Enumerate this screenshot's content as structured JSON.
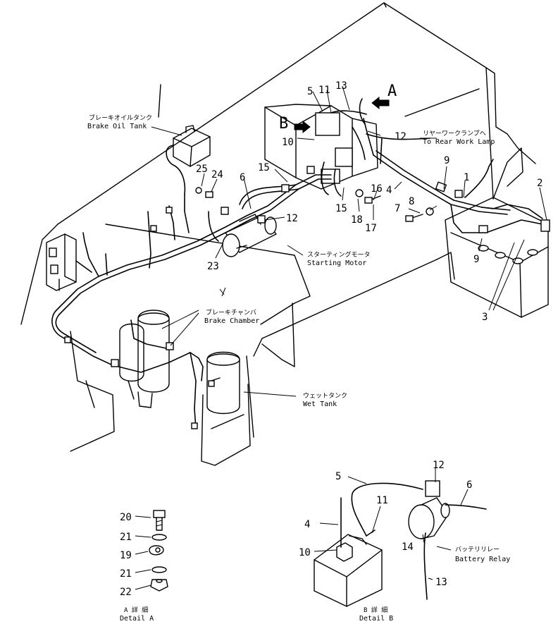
{
  "callouts": {
    "n1": "1",
    "n2": "2",
    "n3": "3",
    "n4": "4",
    "n5": "5",
    "n6": "6",
    "n7": "7",
    "n8": "8",
    "n9a": "9",
    "n9b": "9",
    "n10": "10",
    "n11": "11",
    "n12a": "12",
    "n12b": "12",
    "n13": "13",
    "n15a": "15",
    "n15b": "15",
    "n16": "16",
    "n17": "17",
    "n18": "18",
    "n23": "23",
    "n24": "24",
    "n25": "25"
  },
  "views": {
    "a": "A",
    "b": "B"
  },
  "labels": {
    "brake_oil_tank_jp": "ブレーキオイルタンク",
    "brake_oil_tank_en": "Brake Oil Tank",
    "rear_work_lamp_jp": "リヤーワークランプへ",
    "rear_work_lamp_en": "To Rear Work Lamp",
    "starting_motor_jp": "スターティングモータ",
    "starting_motor_en": "Starting Motor",
    "brake_chamber_jp": "ブレーキチャンバ",
    "brake_chamber_en": "Brake Chamber",
    "wet_tank_jp": "ウェットタンク",
    "wet_tank_en": "Wet Tank",
    "battery_relay_jp": "バッテリリレー",
    "battery_relay_en": "Battery Relay"
  },
  "detail_a": {
    "title_jp": "A 詳 細",
    "title_en": "Detail A",
    "n20": "20",
    "n21a": "21",
    "n19": "19",
    "n21b": "21",
    "n22": "22"
  },
  "detail_b": {
    "title_jp": "B 詳 細",
    "title_en": "Detail B",
    "n5": "5",
    "n11": "11",
    "n12": "12",
    "n6": "6",
    "n4": "4",
    "n10": "10",
    "n14": "14",
    "n13": "13"
  }
}
